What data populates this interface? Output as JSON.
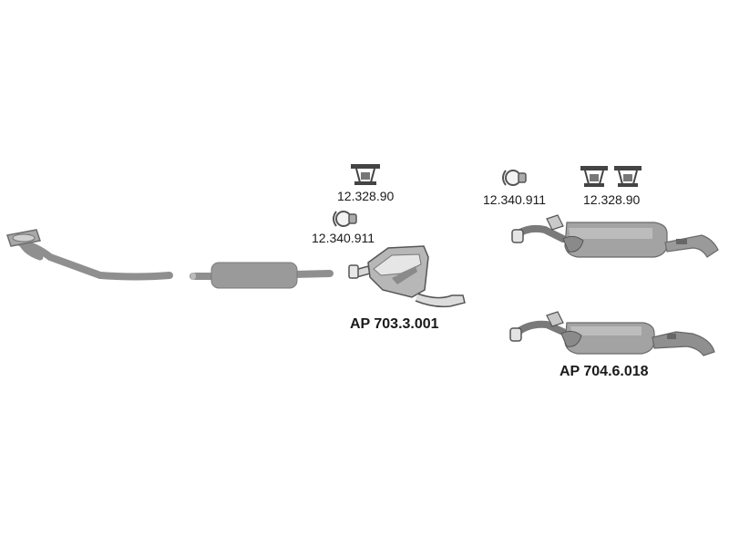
{
  "labels": {
    "hanger_front": "12.328.90",
    "clamp_front": "12.340.911",
    "front_silencer_code": "AP 703.3.001",
    "clamp_rear": "12.340.911",
    "hanger_rear": "12.328.90",
    "rear_silencer_code": "AP 704.6.018"
  },
  "colors": {
    "part_fill": "#9a9a9a",
    "part_light": "#c4c4c4",
    "part_dark": "#6e6e6e",
    "outline": "#555555",
    "text": "#1a1a1a"
  }
}
